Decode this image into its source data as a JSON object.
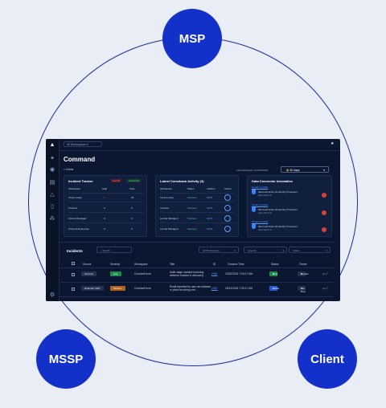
{
  "nodes": {
    "msp": "MSP",
    "mssp": "MSSP",
    "client": "Client"
  },
  "app": {
    "workspace": "All Workspaces",
    "title": "Command",
    "breadcrumb": "Home",
    "last_refreshed": "Last Refreshed: 10:53:56 PM",
    "date_range": "30 days",
    "icons": [
      "logo-icon",
      "settings-icon",
      "shield-icon",
      "document-icon",
      "alert-icon",
      "bookmark-icon",
      "network-icon",
      "gear-icon"
    ]
  },
  "incident_tracker": {
    "title": "Incident Tracker",
    "badge_red": "SLA 25",
    "badge_green": "Closed 10",
    "columns": [
      "Workspace",
      "High",
      "Total"
    ],
    "rows": [
      {
        "name": "Tenet Lovely",
        "high": "1",
        "total": "25"
      },
      {
        "name": "Contoso",
        "high": "0",
        "total": "0"
      },
      {
        "name": "Kronet Managed",
        "high": "0",
        "total": "3"
      },
      {
        "name": "Unfound Enterprise",
        "high": "0",
        "total": "5"
      }
    ]
  },
  "comeback": {
    "title": "Latest Comeback Activity (3)",
    "columns": [
      "Workspace",
      "Status",
      "Incident",
      "Owner"
    ],
    "rows": [
      {
        "ws": "Tenet Lovely",
        "status": "Success",
        "inc": "02/01"
      },
      {
        "ws": "Contoso",
        "status": "Success",
        "inc": "02/01"
      },
      {
        "ws": "Lamba Managed",
        "status": "Success",
        "inc": "02/01"
      },
      {
        "ws": "Lamba Managed",
        "status": "Success",
        "inc": "02/01"
      }
    ]
  },
  "anomalies": {
    "title": "Data Connector Anomalies",
    "items": [
      {
        "link": "Tenant Corelite",
        "text": "Microsoft Entra ID Identity Protection",
        "sub": "Sync Error:0"
      },
      {
        "link": "Tenant Corelite",
        "text": "Microsoft Entra ID Identity Protection",
        "sub": "Sync Error:0"
      },
      {
        "link": "Tenant Corelite",
        "text": "Microsoft Entra ID Identity Protection",
        "sub": "Sync Error:0"
      }
    ]
  },
  "incidents": {
    "title": "Incidents",
    "search_placeholder": "Search",
    "filters": [
      "All Workspaces",
      "Severity",
      "Status"
    ],
    "columns": [
      "Source",
      "Severity",
      "Workspace",
      "Title",
      "ID",
      "Creation Time",
      "Status",
      "Owner"
    ],
    "rows": [
      {
        "source": "Sentinel",
        "severity": "Low",
        "workspace": "ContosoForce",
        "title": "Multi-stage incident involving defense evasion & discovery",
        "id": "2452",
        "time": "13/10/2024 7:03:17 AM",
        "status": "New",
        "owner": "Gomez"
      },
      {
        "source": "Defender XDR",
        "severity": "Medium",
        "workspace": "ContosoForce",
        "title": "Email reported by user as malware or phish involving one...",
        "id": "2413",
        "time": "16/12/2024 7:32:17 AM",
        "status": "Active",
        "owner": "Joe Doe"
      }
    ],
    "colors": {
      "low": "#1f8a4c",
      "medium": "#b0621d",
      "new": "#1f8a4c",
      "active": "#2a5bd7"
    }
  }
}
